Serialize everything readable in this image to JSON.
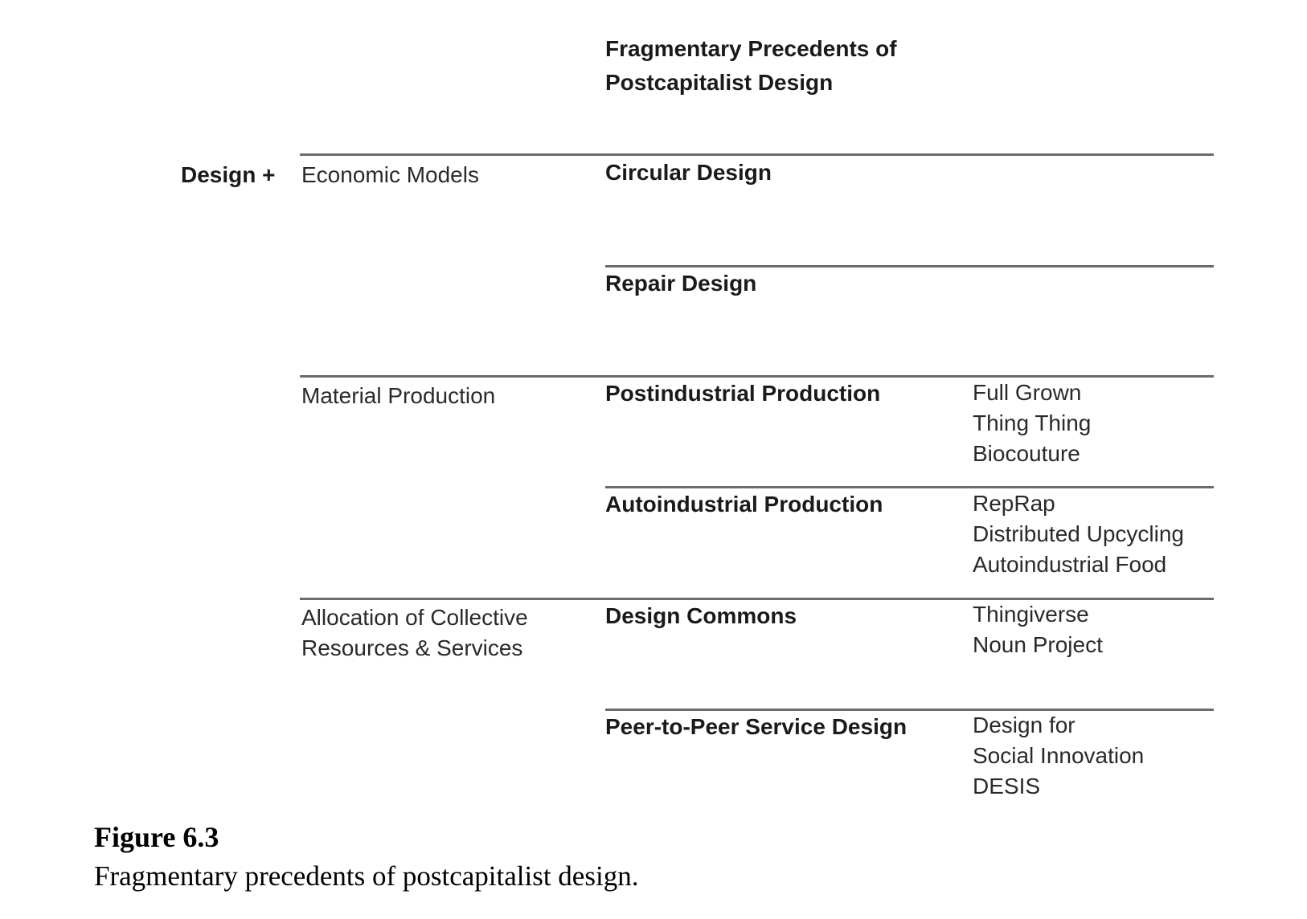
{
  "diagram": {
    "column_heading": [
      "Fragmentary Precedents of",
      "Postcapitalist Design"
    ],
    "prefix": "Design +",
    "groups": [
      {
        "label": [
          "Economic Models"
        ]
      },
      {
        "label": [
          "Material Production"
        ]
      },
      {
        "label": [
          "Allocation of Collective",
          "Resources & Services"
        ]
      }
    ],
    "precedents": [
      {
        "title": "Circular Design",
        "examples": []
      },
      {
        "title": "Repair Design",
        "examples": []
      },
      {
        "title": "Postindustrial Production",
        "examples": [
          "Full Grown",
          "Thing Thing",
          "Biocouture"
        ]
      },
      {
        "title": "Autoindustrial Production",
        "examples": [
          "RepRap",
          "Distributed Upcycling",
          "Autoindustrial Food"
        ]
      },
      {
        "title": "Design Commons",
        "examples": [
          "Thingiverse",
          "Noun Project"
        ]
      },
      {
        "title": "Peer-to-Peer Service Design",
        "examples": [
          "Design for",
          "Social Innovation",
          "DESIS"
        ]
      }
    ]
  },
  "caption": {
    "figure_label": "Figure 6.3",
    "text": "Fragmentary precedents of postcapitalist design."
  }
}
